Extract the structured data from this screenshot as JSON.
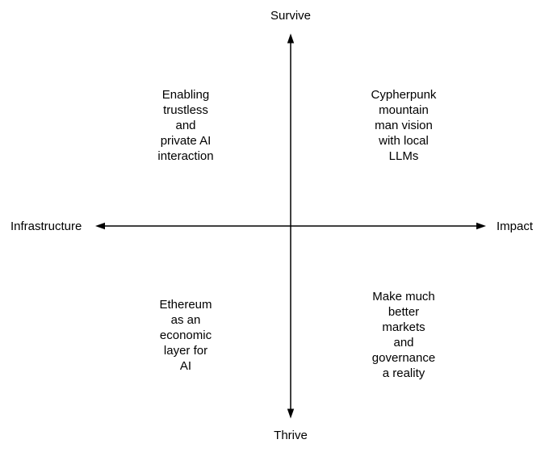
{
  "diagram": {
    "type": "quadrant-matrix",
    "axis_labels": {
      "top": "Survive",
      "bottom": "Thrive",
      "left": "Infrastructure",
      "right": "Impact"
    },
    "quadrants": {
      "top_left": "Enabling\ntrustless\nand\nprivate AI\ninteraction",
      "top_right": "Cypherpunk\nmountain\nman vision\nwith local\nLLMs",
      "bottom_left": "Ethereum\nas an\neconomic\nlayer for\nAI",
      "bottom_right": "Make much\nbetter\nmarkets\nand\ngovernance\na reality"
    },
    "colors": {
      "text": "#000000",
      "axis": "#000000",
      "background": "#ffffff"
    }
  }
}
